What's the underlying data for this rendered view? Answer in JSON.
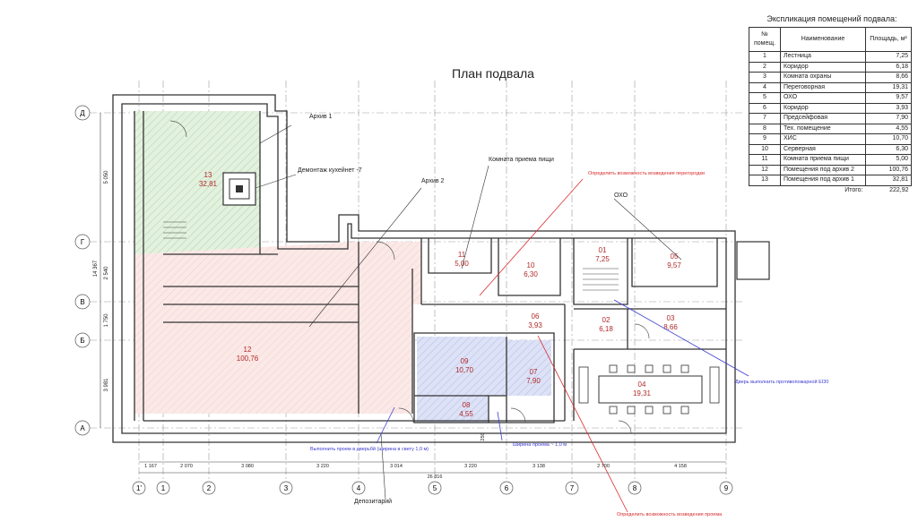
{
  "title": "План подвала",
  "legend": {
    "heading": "Экспликация помещений подвала:",
    "col_no": "№ помещ.",
    "col_name": "Наименование",
    "col_area": "Площадь, м²",
    "rows": [
      {
        "no": "1",
        "name": "Лестница",
        "area": "7,25"
      },
      {
        "no": "2",
        "name": "Коридор",
        "area": "6,18"
      },
      {
        "no": "3",
        "name": "Комната охраны",
        "area": "8,66"
      },
      {
        "no": "4",
        "name": "Переговорная",
        "area": "19,31"
      },
      {
        "no": "5",
        "name": "ОХО",
        "area": "9,57"
      },
      {
        "no": "6",
        "name": "Коридор",
        "area": "3,93"
      },
      {
        "no": "7",
        "name": "Предсейфовая",
        "area": "7,90"
      },
      {
        "no": "8",
        "name": "Тех. помещение",
        "area": "4,55"
      },
      {
        "no": "9",
        "name": "ХИС",
        "area": "10,70"
      },
      {
        "no": "10",
        "name": "Серверная",
        "area": "6,30"
      },
      {
        "no": "11",
        "name": "Комната приема пищи",
        "area": "5,00"
      },
      {
        "no": "12",
        "name": "Помещения под архив 2",
        "area": "100,76"
      },
      {
        "no": "13",
        "name": "Помещения под архив 1",
        "area": "32,81"
      }
    ],
    "total_label": "Итого:",
    "total_value": "222,92"
  },
  "rooms": [
    {
      "no": "13",
      "area": "32,81"
    },
    {
      "no": "12",
      "area": "100,76"
    },
    {
      "no": "11",
      "area": "5,00"
    },
    {
      "no": "10",
      "area": "6,30"
    },
    {
      "no": "01",
      "area": "7,25"
    },
    {
      "no": "05",
      "area": "9,57"
    },
    {
      "no": "06",
      "area": "3,93"
    },
    {
      "no": "02",
      "area": "6,18"
    },
    {
      "no": "03",
      "area": "8,66"
    },
    {
      "no": "09",
      "area": "10,70"
    },
    {
      "no": "07",
      "area": "7,90"
    },
    {
      "no": "08",
      "area": "4,55"
    },
    {
      "no": "04",
      "area": "19,31"
    }
  ],
  "annotations": {
    "archive1": "Архив 1",
    "archive2": "Архив 2",
    "dumbwaiter": "Демонтаж кухейнет -7",
    "dining": "Комната приема пищи",
    "oxo": "ОХО",
    "partition": "Определить возможность возведения перегородки",
    "door_fire": "Дверь выполнить противопожарной ЕI30",
    "widen_door": "Выполнить проем в дверьбй (ширина в свету 1,0 м)",
    "opening_width": "Ширина проема ~ 1,0 м",
    "depository": "Депозитарий",
    "demolish_opening": "Определить возможность возведения проема"
  },
  "grid_rows": [
    "Д",
    "Г",
    "В",
    "Б",
    "А"
  ],
  "grid_cols": [
    "1'",
    "1",
    "2",
    "3",
    "4",
    "5",
    "6",
    "7",
    "8",
    "9"
  ],
  "dims_left": [
    "5 050",
    "14 367",
    "2 540",
    "1 750",
    "3 981"
  ],
  "dims_bottom": [
    "1 167",
    "2 070",
    "3 080",
    "3 220",
    "3 014",
    "3 220",
    "3 138",
    "2 700",
    "4 158"
  ],
  "dim_total": "26 816",
  "dim_small": "250"
}
